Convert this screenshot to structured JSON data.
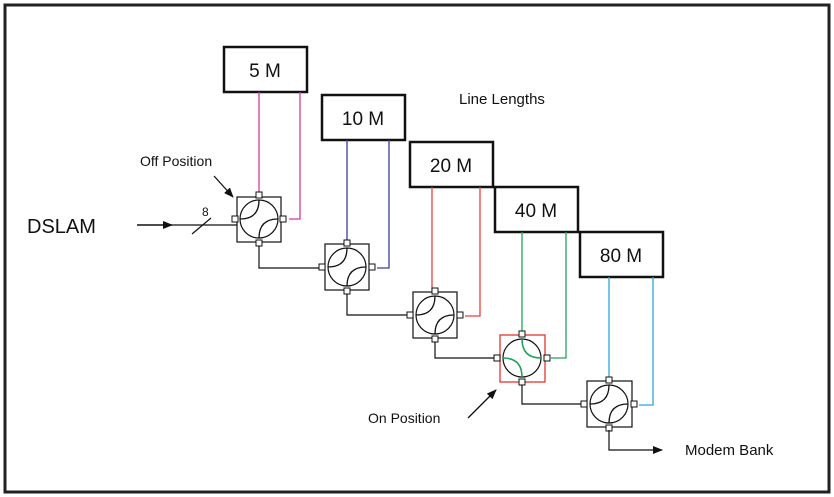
{
  "title": "Line Lengths",
  "input_label": "DSLAM",
  "output_label": "Modem Bank",
  "bus_count": "8",
  "off_position_label": "Off Position",
  "on_position_label": "On Position",
  "line_lengths": [
    {
      "label": "5 M",
      "wire_color": "#d63a9a"
    },
    {
      "label": "10 M",
      "wire_color": "#3a3ea0"
    },
    {
      "label": "20 M",
      "wire_color": "#e8413c"
    },
    {
      "label": "40 M",
      "wire_color": "#22a35a"
    },
    {
      "label": "80 M",
      "wire_color": "#2aa7d8"
    }
  ],
  "switches": [
    {
      "state": "off"
    },
    {
      "state": "off"
    },
    {
      "state": "off"
    },
    {
      "state": "on",
      "highlight_color": "#e8413c"
    },
    {
      "state": "off"
    }
  ]
}
